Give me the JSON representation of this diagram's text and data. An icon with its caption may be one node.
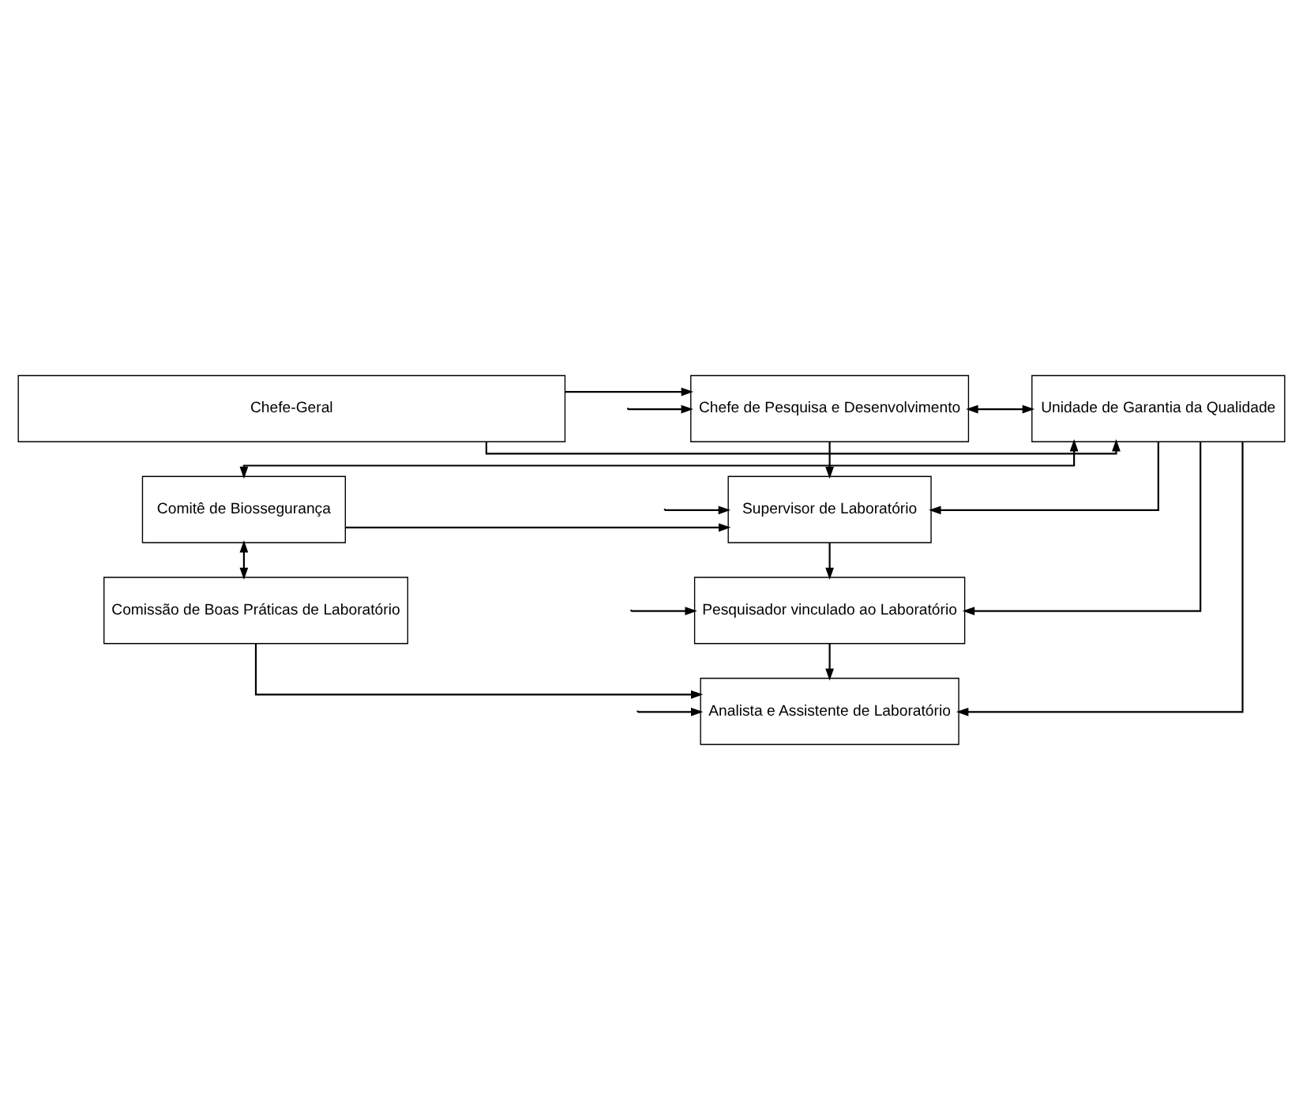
{
  "diagram": {
    "nodes": [
      {
        "text": [
          "Chefe-Geral"
        ]
      },
      {
        "text": [
          "Chefe de Pesquisa e Desenvolvimento"
        ]
      },
      {
        "text": [
          "Unidade de Garantia da Qualidade"
        ]
      },
      {
        "text": [
          "Supervisor de Laboratório"
        ]
      },
      {
        "text": [
          "Comitê de Biossegurança"
        ]
      },
      {
        "text": [
          "Pesquisador vinculado ao Laboratório"
        ]
      },
      {
        "text": [
          "Comissão de Boas Práticas de Laboratório"
        ]
      },
      {
        "text": [
          "Analista e Assistente de Laboratório"
        ]
      }
    ],
    "edges": [
      {
        "from": 0,
        "to": 1,
        "arrow": "to"
      },
      {
        "from": 0,
        "to": 2,
        "arrow": "to"
      },
      {
        "from": 1,
        "to": 2,
        "arrow": "both"
      },
      {
        "from": 1,
        "to": 3,
        "arrow": "to"
      },
      {
        "from": 3,
        "to": 5,
        "arrow": "to"
      },
      {
        "from": 5,
        "to": 7,
        "arrow": "to"
      },
      {
        "from": 2,
        "to": 4,
        "arrow": "both"
      },
      {
        "from": 4,
        "to": 6,
        "arrow": "both"
      },
      {
        "from": 2,
        "to": 3,
        "arrow": "to"
      },
      {
        "from": 2,
        "to": 5,
        "arrow": "to"
      },
      {
        "from": 2,
        "to": 7,
        "arrow": "to"
      },
      {
        "from": 4,
        "to": 3,
        "arrow": "to"
      },
      {
        "from": 6,
        "to": 7,
        "arrow": "to"
      },
      {
        "from": null,
        "to": 1,
        "arrow": "to"
      },
      {
        "from": null,
        "to": 3,
        "arrow": "to"
      },
      {
        "from": null,
        "to": 5,
        "arrow": "to"
      },
      {
        "from": null,
        "to": 7,
        "arrow": "to"
      }
    ]
  }
}
